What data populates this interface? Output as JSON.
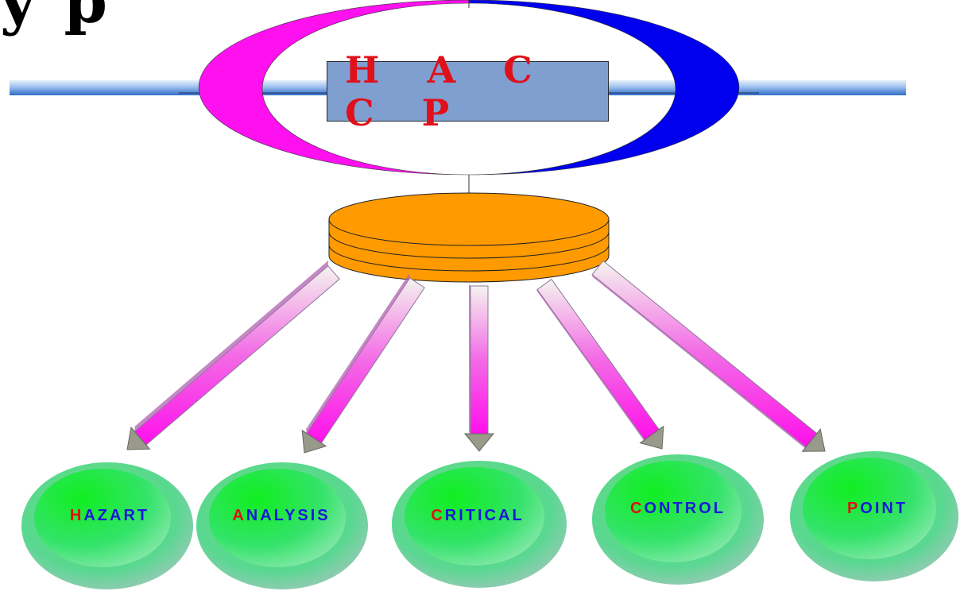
{
  "title_partial": "y p",
  "center": {
    "label": "H A C C P"
  },
  "nodes": [
    {
      "initial": "H",
      "rest": "AZART"
    },
    {
      "initial": "A",
      "rest": "NALYSIS"
    },
    {
      "initial": "C",
      "rest": "RITICAL"
    },
    {
      "initial": "C",
      "rest": "ONTROL"
    },
    {
      "initial": "P",
      "rest": "OINT"
    }
  ],
  "colors": {
    "ring_left": "#ff10ee",
    "ring_right": "#0000ee",
    "center_box": "#7f9fd0",
    "center_text": "#e0101a",
    "disk": "#ff9a00",
    "arrow": "#ff30e8",
    "node_fill": "#22e83a",
    "node_halo": "#8fc8b0",
    "label_initial": "#e01010",
    "label_rest": "#1a1ad8",
    "rule": "#3a7ad0"
  }
}
